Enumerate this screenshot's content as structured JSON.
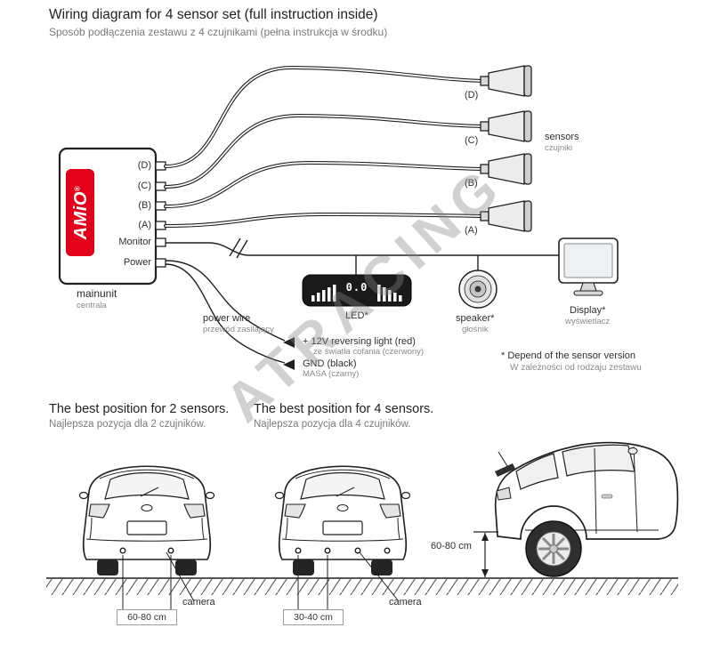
{
  "header": {
    "title": "Wiring diagram for 4 sensor set (full instruction inside)",
    "subtitle": "Sposób podłączenia zestawu z 4 czujnikami (pełna instrukcja w środku)"
  },
  "mainunit": {
    "brand": "AMiO",
    "reg": "®",
    "ports": [
      "(D)",
      "(C)",
      "(B)",
      "(A)",
      "Monitor",
      "Power"
    ],
    "label": "mainunit",
    "label_pl": "centrala"
  },
  "sensors": {
    "labels": [
      "(D)",
      "(C)",
      "(B)",
      "(A)"
    ],
    "caption": "sensors",
    "caption_pl": "czujniki"
  },
  "led": {
    "label": "LED*",
    "value": "0.0"
  },
  "speaker": {
    "label": "speaker*",
    "label_pl": "głośnik"
  },
  "display": {
    "label": "Display*",
    "label_pl": "wyświetlacz"
  },
  "power": {
    "wire_label": "power wire",
    "wire_label_pl": "przewód zasilający",
    "plus_label": "+ 12V reversing light (red)",
    "plus_label_pl": "ze światła cofania (czerwony)",
    "gnd_label": "GND (black)",
    "gnd_label_pl": "MASA (czarny)"
  },
  "note": {
    "line1": "* Depend of the sensor version",
    "line2": "W zależności od rodzaju zestawu"
  },
  "watermark": "ATRACING",
  "bottom": {
    "left_title": "The best position for 2 sensors.",
    "left_subtitle": "Najlepsza pozycja dla 2 czujników.",
    "mid_title": "The best position for 4 sensors.",
    "mid_subtitle": "Najlepsza pozycja dla 4 czujników.",
    "dim_2sensors": "60-80 cm",
    "camera_2": "camera",
    "dim_4sensors": "30-40 cm",
    "camera_4": "camera",
    "height_dim": "60-80 cm"
  },
  "colors": {
    "brand_red": "#e2001a",
    "line": "#231f20",
    "muted": "#8a8a8a"
  }
}
